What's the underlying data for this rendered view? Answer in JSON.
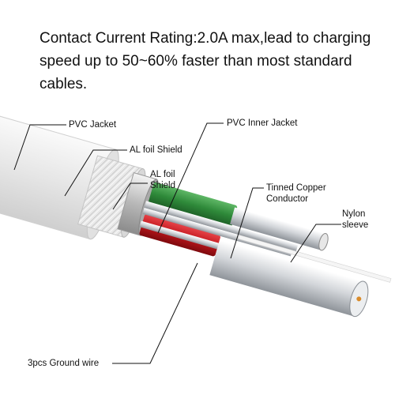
{
  "headline": {
    "line1": "Contact Current Rating:2.0A max,lead to charging",
    "line2": "speed up to 50~60% faster than most standard",
    "line3": "cables."
  },
  "labels": {
    "pvc_jacket": "PVC Jacket",
    "al_foil_shield_1": "AL foil Shield",
    "al_foil_shield_2_line1": "AL foil",
    "al_foil_shield_2_line2": "Shield",
    "pvc_inner_jacket": "PVC Inner Jacket",
    "tinned_copper_line1": "Tinned Copper",
    "tinned_copper_line2": "Conductor",
    "nylon_line1": "Nylon",
    "nylon_line2": "sleeve",
    "ground_wire": "3pcs Ground wire"
  },
  "colors": {
    "green_insulation": "#2f8a3a",
    "red_insulation": "#c0161c",
    "silver": "#c9ccd0",
    "jacket": "#f2f2f2"
  }
}
